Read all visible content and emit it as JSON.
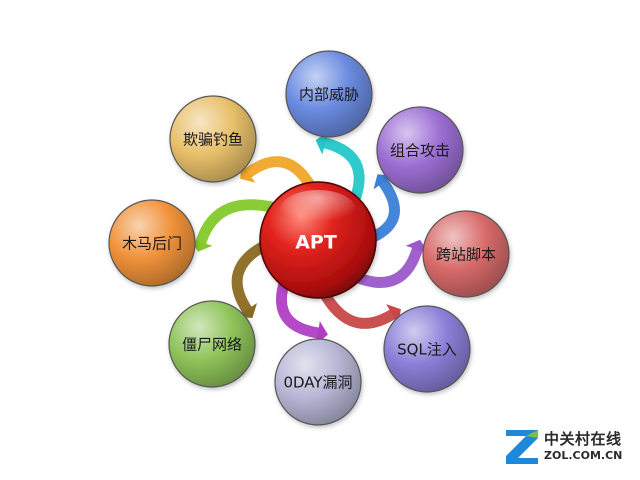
{
  "center": {
    "label": "APT"
  },
  "nodes": [
    {
      "id": "internal-threat",
      "label": "内部威胁",
      "color": "#6a8be0",
      "arrow_color": "#24c7c7"
    },
    {
      "id": "combined-attack",
      "label": "组合攻击",
      "color": "#9c6fd4",
      "arrow_color": "#3a7fd8"
    },
    {
      "id": "xss",
      "label": "跨站脚本",
      "color": "#d86a6a",
      "arrow_color": "#9b59c9"
    },
    {
      "id": "sql-injection",
      "label": "SQL注入",
      "color": "#8a7fd8",
      "arrow_color": "#c84848"
    },
    {
      "id": "zero-day",
      "label": "0DAY漏洞",
      "color": "#b7b7d6",
      "arrow_color": "#b03ec4"
    },
    {
      "id": "botnet",
      "label": "僵尸网络",
      "color": "#8fc45a",
      "arrow_color": "#8a6a22"
    },
    {
      "id": "trojan",
      "label": "木马后门",
      "color": "#f0923a",
      "arrow_color": "#83c92a"
    },
    {
      "id": "phishing",
      "label": "欺骗钓鱼",
      "color": "#e8c06a",
      "arrow_color": "#f0a62a"
    }
  ],
  "watermark": {
    "cn": "中关村在线",
    "en": "ZOL.COM.CN"
  }
}
